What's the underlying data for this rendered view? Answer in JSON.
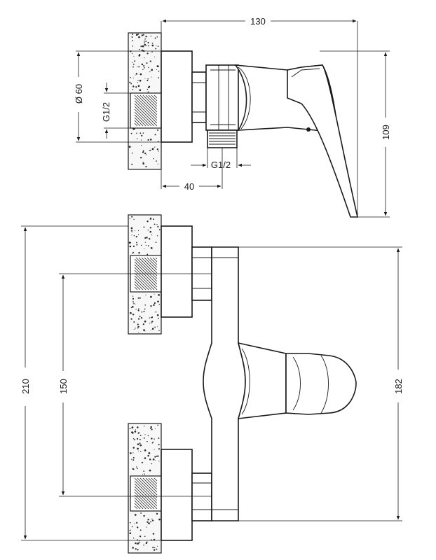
{
  "dimensions": {
    "width_total": "130",
    "diameter": "Ø 60",
    "thread_left": "G1/2",
    "thread_bottom": "G1/2",
    "depth_offset": "40",
    "height_side": "109",
    "height_total": "210",
    "inlet_spacing": "150",
    "body_height": "182"
  },
  "colors": {
    "ink": "#1a1a1a",
    "wall_fill": "#f7f7f7",
    "speckle": "#2a2a2a"
  }
}
